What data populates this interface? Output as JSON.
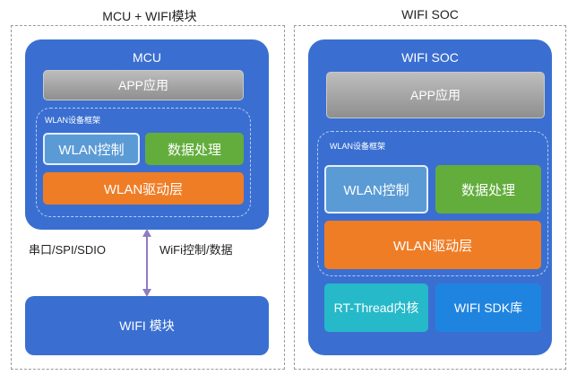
{
  "left": {
    "title": "MCU + WIFI模块",
    "mcu_label": "MCU",
    "app_label": "APP应用",
    "frame_label": "WLAN设备框架",
    "wlan_control": "WLAN控制",
    "data_process": "数据处理",
    "wlan_driver": "WLAN驱动层",
    "interface_label": "串口/SPI/SDIO",
    "link_label": "WiFi控制/数据",
    "wifi_module": "WIFI 模块"
  },
  "right": {
    "title": "WIFI SOC",
    "soc_label": "WIFI SOC",
    "app_label": "APP应用",
    "frame_label": "WLAN设备框架",
    "wlan_control": "WLAN控制",
    "data_process": "数据处理",
    "wlan_driver": "WLAN驱动层",
    "rtthread": "RT-Thread内核",
    "wifi_sdk": "WIFI SDK库"
  },
  "colors": {
    "container_blue": "#3a6fd1",
    "control_blue": "#5b9bd5",
    "green": "#63ad3d",
    "orange": "#ef7d26",
    "cyan": "#26b9c9",
    "sdk_blue": "#1f84e0",
    "arrow": "#8e7cc3"
  }
}
